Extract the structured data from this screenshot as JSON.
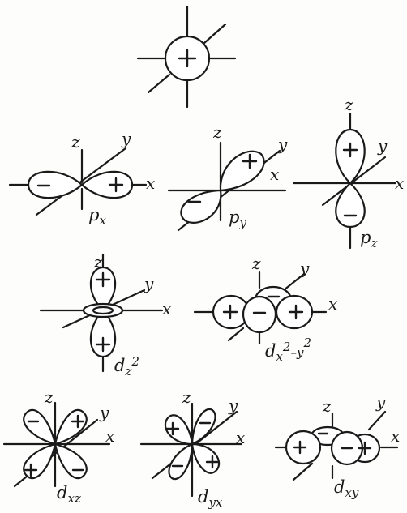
{
  "axes": {
    "x": "x",
    "y": "y",
    "z": "z"
  },
  "labels": {
    "px": {
      "main": "p",
      "sub": "x"
    },
    "py": {
      "main": "p",
      "sub": "y"
    },
    "pz": {
      "main": "p",
      "sub": "z"
    },
    "dz2": {
      "main": "d",
      "sub": "z",
      "sup": "2"
    },
    "dx2y2": {
      "main": "d",
      "sub": "x",
      "sup1": "2",
      "dash": "–",
      "sub2": "y",
      "sup2": "2"
    },
    "dxz": {
      "main": "d",
      "sub": "xz"
    },
    "dyx": {
      "main": "d",
      "sub": "yx"
    },
    "dxy": {
      "main": "d",
      "sub": "xy"
    }
  }
}
